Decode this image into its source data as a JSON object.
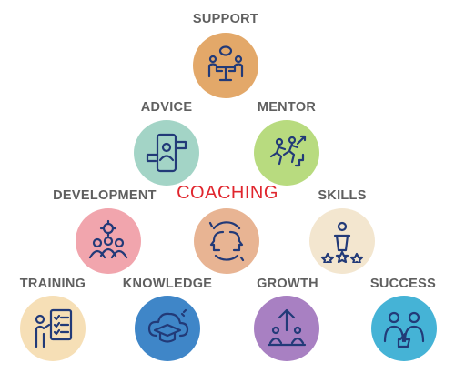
{
  "center": {
    "title": "COACHING"
  },
  "nodes": [
    {
      "label": "SUPPORT",
      "color": "#e3a869",
      "icon": "meeting-table-icon"
    },
    {
      "label": "ADVICE",
      "color": "#a3d4c6",
      "icon": "phone-chat-icon"
    },
    {
      "label": "MENTOR",
      "color": "#b8db7f",
      "icon": "running-stairs-icon"
    },
    {
      "label": "DEVELOPMENT",
      "color": "#f1a5ad",
      "icon": "team-gear-icon"
    },
    {
      "label": "SKILLS",
      "color": "#f3e6cf",
      "icon": "podium-stars-icon"
    },
    {
      "label": "TRAINING",
      "color": "#f6dfb6",
      "icon": "presenter-checklist-icon"
    },
    {
      "label": "KNOWLEDGE",
      "color": "#3f86c8",
      "icon": "graduation-cloud-icon"
    },
    {
      "label": "GROWTH",
      "color": "#a880c2",
      "icon": "growth-arrow-icon"
    },
    {
      "label": "SUCCESS",
      "color": "#45b3d6",
      "icon": "thumbs-up-team-icon"
    },
    {
      "label": "",
      "color": "#e8b493",
      "icon": "heads-cycle-icon"
    }
  ],
  "watermark_id": "1503014790"
}
